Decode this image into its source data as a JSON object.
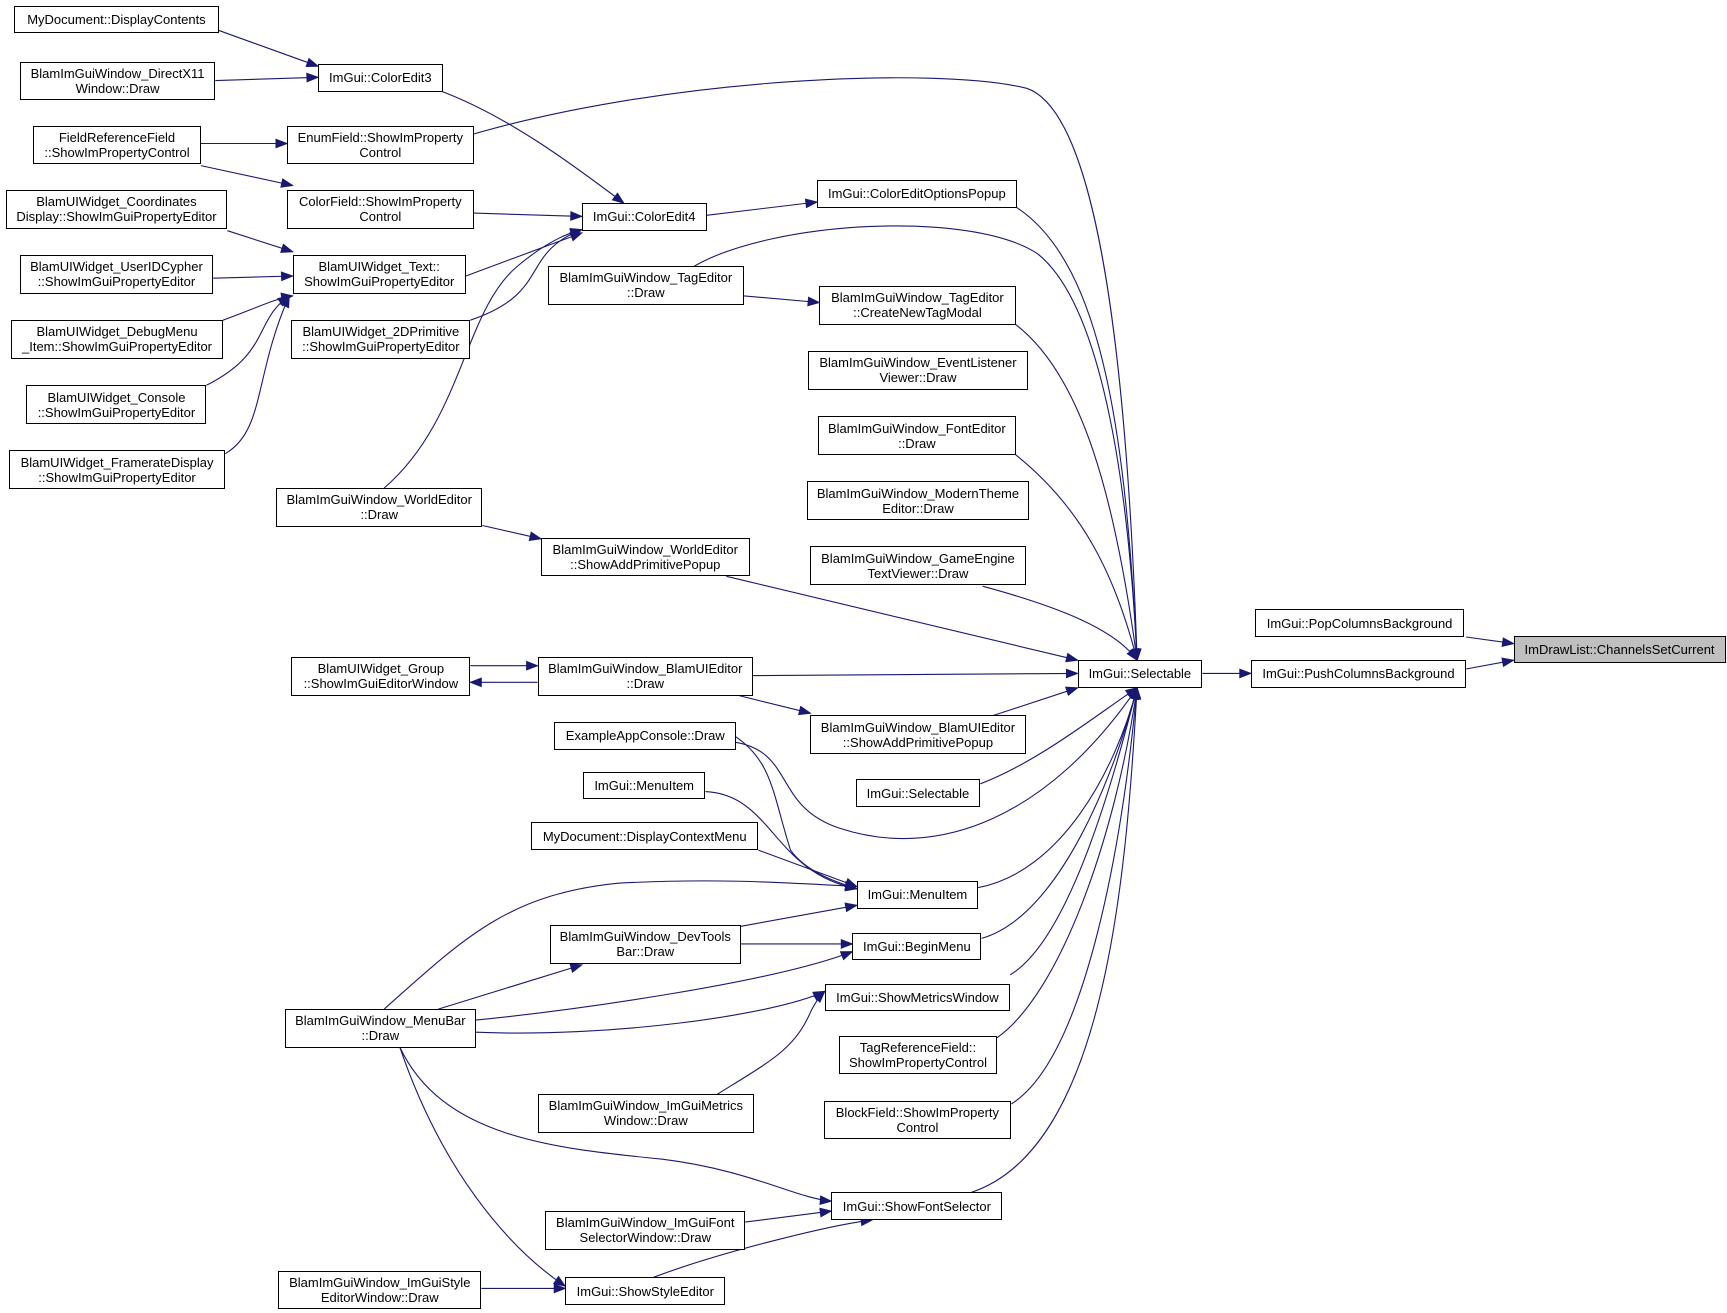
{
  "graph": {
    "colors": {
      "edge": "#191970",
      "node_border": "#000000",
      "node_fill": "#ffffff",
      "focus_fill": "#bfbfbf"
    },
    "nodes": [
      {
        "id": "n_channels",
        "lines": [
          "ImDrawList::ChannelsSetCurrent"
        ],
        "focus": true
      },
      {
        "id": "n_pop",
        "lines": [
          "ImGui::PopColumnsBackground"
        ]
      },
      {
        "id": "n_push",
        "lines": [
          "ImGui::PushColumnsBackground"
        ]
      },
      {
        "id": "n_selectable",
        "lines": [
          "ImGui::Selectable"
        ]
      },
      {
        "id": "n_display_contents",
        "lines": [
          "MyDocument::DisplayContents"
        ]
      },
      {
        "id": "n_dx11",
        "lines": [
          "BlamImGuiWindow_DirectX11",
          "Window::Draw"
        ]
      },
      {
        "id": "n_coloredit3",
        "lines": [
          "ImGui::ColorEdit3"
        ]
      },
      {
        "id": "n_fieldref",
        "lines": [
          "FieldReferenceField",
          "::ShowImPropertyControl"
        ]
      },
      {
        "id": "n_enumfield",
        "lines": [
          "EnumField::ShowImProperty",
          "Control"
        ]
      },
      {
        "id": "n_colorfield",
        "lines": [
          "ColorField::ShowImProperty",
          "Control"
        ]
      },
      {
        "id": "n_coloredit4",
        "lines": [
          "ImGui::ColorEdit4"
        ]
      },
      {
        "id": "n_coloropts",
        "lines": [
          "ImGui::ColorEditOptionsPopup"
        ]
      },
      {
        "id": "n_coords",
        "lines": [
          "BlamUIWidget_Coordinates",
          "Display::ShowImGuiPropertyEditor"
        ]
      },
      {
        "id": "n_text",
        "lines": [
          "BlamUIWidget_Text::",
          "ShowImGuiPropertyEditor"
        ]
      },
      {
        "id": "n_useridc",
        "lines": [
          "BlamUIWidget_UserIDCypher",
          "::ShowImGuiPropertyEditor"
        ]
      },
      {
        "id": "n_debugmenu",
        "lines": [
          "BlamUIWidget_DebugMenu",
          "_Item::ShowImGuiPropertyEditor"
        ]
      },
      {
        "id": "n_2dprim",
        "lines": [
          "BlamUIWidget_2DPrimitive",
          "::ShowImGuiPropertyEditor"
        ]
      },
      {
        "id": "n_console",
        "lines": [
          "BlamUIWidget_Console",
          "::ShowImGuiPropertyEditor"
        ]
      },
      {
        "id": "n_framerate",
        "lines": [
          "BlamUIWidget_FramerateDisplay",
          "::ShowImGuiPropertyEditor"
        ]
      },
      {
        "id": "n_tageditor",
        "lines": [
          "BlamImGuiWindow_TagEditor",
          "::Draw"
        ]
      },
      {
        "id": "n_createtag",
        "lines": [
          "BlamImGuiWindow_TagEditor",
          "::CreateNewTagModal"
        ]
      },
      {
        "id": "n_eventlistener",
        "lines": [
          "BlamImGuiWindow_EventListener",
          "Viewer::Draw"
        ]
      },
      {
        "id": "n_fonteditor",
        "lines": [
          "BlamImGuiWindow_FontEditor",
          "::Draw"
        ]
      },
      {
        "id": "n_moderntheme",
        "lines": [
          "BlamImGuiWindow_ModernTheme",
          "Editor::Draw"
        ]
      },
      {
        "id": "n_worldeditor",
        "lines": [
          "BlamImGuiWindow_WorldEditor",
          "::Draw"
        ]
      },
      {
        "id": "n_gameengine",
        "lines": [
          "BlamImGuiWindow_GameEngine",
          "TextViewer::Draw"
        ]
      },
      {
        "id": "n_addprim_world",
        "lines": [
          "BlamImGuiWindow_WorldEditor",
          "::ShowAddPrimitivePopup"
        ]
      },
      {
        "id": "n_group",
        "lines": [
          "BlamUIWidget_Group",
          "::ShowImGuiEditorWindow"
        ]
      },
      {
        "id": "n_uieditor",
        "lines": [
          "BlamImGuiWindow_BlamUIEditor",
          "::Draw"
        ]
      },
      {
        "id": "n_addprim_ui",
        "lines": [
          "BlamImGuiWindow_BlamUIEditor",
          "::ShowAddPrimitivePopup"
        ]
      },
      {
        "id": "n_appconsole",
        "lines": [
          "ExampleAppConsole::Draw"
        ]
      },
      {
        "id": "n_selectable2",
        "lines": [
          "ImGui::Selectable"
        ]
      },
      {
        "id": "n_menuitem_l",
        "lines": [
          "ImGui::MenuItem"
        ]
      },
      {
        "id": "n_contextmenu",
        "lines": [
          "MyDocument::DisplayContextMenu"
        ]
      },
      {
        "id": "n_menuitem_r",
        "lines": [
          "ImGui::MenuItem"
        ]
      },
      {
        "id": "n_devtools",
        "lines": [
          "BlamImGuiWindow_DevTools",
          "Bar::Draw"
        ]
      },
      {
        "id": "n_beginmenu",
        "lines": [
          "ImGui::BeginMenu"
        ]
      },
      {
        "id": "n_metricswin",
        "lines": [
          "ImGui::ShowMetricsWindow"
        ]
      },
      {
        "id": "n_menubar",
        "lines": [
          "BlamImGuiWindow_MenuBar",
          "::Draw"
        ]
      },
      {
        "id": "n_tagref",
        "lines": [
          "TagReferenceField::",
          "ShowImPropertyControl"
        ]
      },
      {
        "id": "n_imguimetrics",
        "lines": [
          "BlamImGuiWindow_ImGuiMetrics",
          "Window::Draw"
        ]
      },
      {
        "id": "n_blockfield",
        "lines": [
          "BlockField::ShowImProperty",
          "Control"
        ]
      },
      {
        "id": "n_fontselector",
        "lines": [
          "ImGui::ShowFontSelector"
        ]
      },
      {
        "id": "n_fontselwin",
        "lines": [
          "BlamImGuiWindow_ImGuiFont",
          "SelectorWindow::Draw"
        ]
      },
      {
        "id": "n_styleeditor_win",
        "lines": [
          "BlamImGuiWindow_ImGuiStyle",
          "EditorWindow::Draw"
        ]
      },
      {
        "id": "n_styleeditor",
        "lines": [
          "ImGui::ShowStyleEditor"
        ]
      }
    ]
  }
}
